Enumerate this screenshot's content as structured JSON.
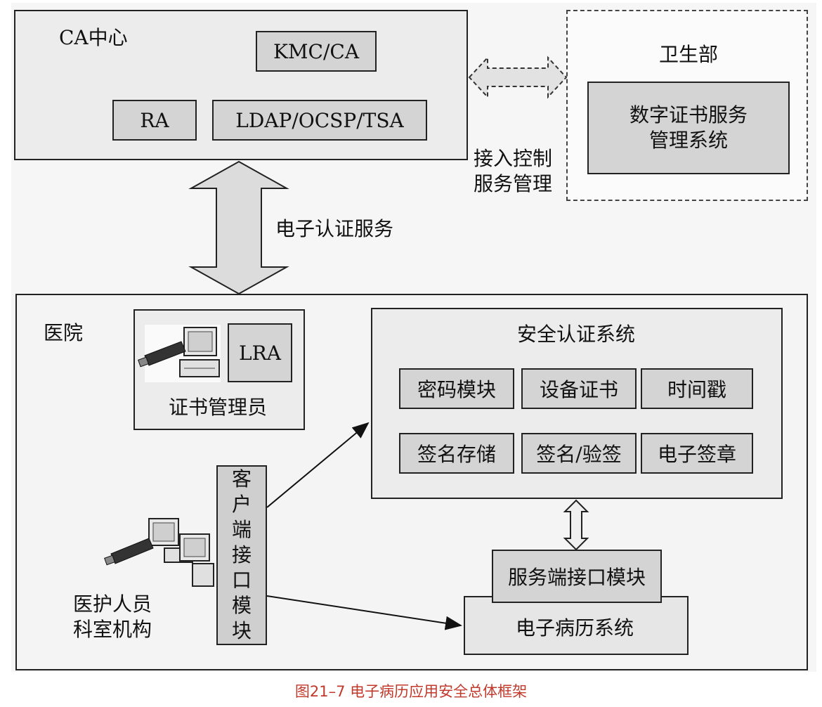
{
  "ca_center": {
    "title": "CA中心",
    "kmc": "KMC/CA",
    "ra": "RA",
    "ldap": "LDAP/OCSP/TSA"
  },
  "ministry": {
    "title": "卫生部",
    "system": "数字证书服务\n管理系统"
  },
  "access_label": "接入控制\n服务管理",
  "auth_service_label": "电子认证服务",
  "hospital": {
    "title": "医院",
    "lra": "LRA",
    "cert_admin": "证书管理员",
    "client_module": [
      "客",
      "户",
      "端",
      "接",
      "口",
      "模",
      "块"
    ],
    "staff": "医护人员\n科室机构",
    "security_system": {
      "title": "安全认证系统",
      "modules": [
        "密码模块",
        "设备证书",
        "时间戳",
        "签名存储",
        "签名/验签",
        "电子签章"
      ]
    },
    "server_module": "服务端接口模块",
    "emr": "电子病历系统"
  },
  "caption": "图21–7 电子病历应用安全总体框架"
}
